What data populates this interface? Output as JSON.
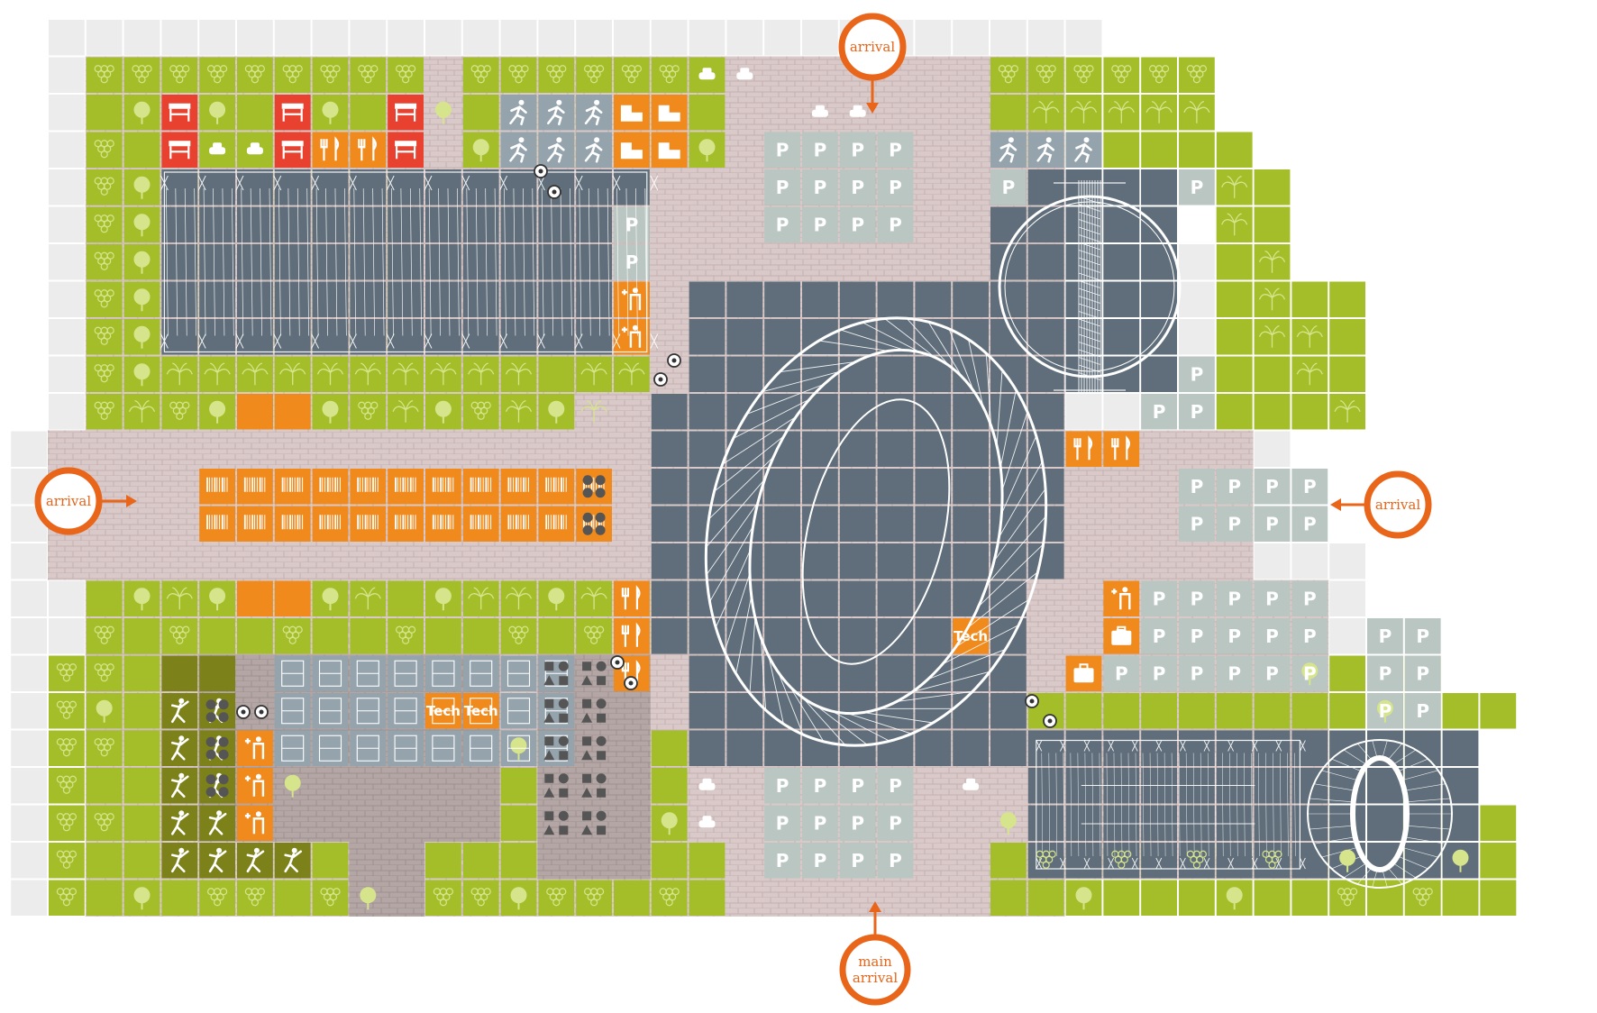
{
  "legend_colors": {
    "green_landscape": "#a4be2a",
    "olive_dark": "#7d8119",
    "paving": "#d9c9c8",
    "paving_dark": "#b0a3a2",
    "venue": "#5f6e7a",
    "parking": "#b9c6c2",
    "sport_court": "#95a3ad",
    "service": "#f08a1c",
    "red_service": "#e8412f",
    "grid_empty": "#ececec",
    "accent": "#e8651a"
  },
  "markers": {
    "arrival_top": "arrival",
    "arrival_left": "arrival",
    "arrival_right": "arrival",
    "main_arrival_line1": "main",
    "main_arrival_line2": "arrival"
  },
  "tech_label": "Tech",
  "parking_label": "P",
  "icons": [
    "tree-icon",
    "grapes-icon",
    "palm-icon",
    "runner-icon",
    "car-icon",
    "bus-icon",
    "parking-icon",
    "food-icon",
    "first-aid-icon",
    "luggage-icon",
    "tech-icon",
    "barcode-icon",
    "stage-icon",
    "target-icon",
    "climber-icon",
    "shapes-icon"
  ]
}
